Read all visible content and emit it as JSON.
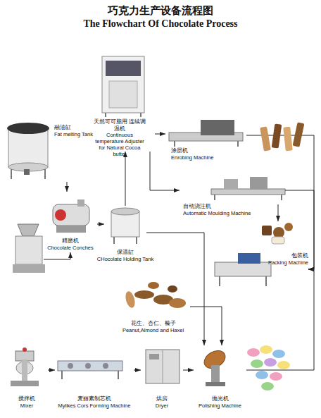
{
  "diagram": {
    "title": "巧克力生产设备流程图",
    "nodes": [
      {
        "text": [
          "融油缸",
          "Fat melting Tank"
        ]
      },
      {
        "text": [
          "精磨机",
          "Chocolate Conches"
        ]
      },
      {
        "text": [
          "保温缸",
          "CHocolate Holding Tank"
        ]
      },
      {
        "text": [
          "天然可可脂用 连续调温机",
          "Continuous temperature Adjuster for Natural Cocoa butter"
        ]
      },
      {
        "text": [
          "涂层机",
          "Enrobing Machine"
        ]
      },
      {
        "text": [
          "自动浇注机",
          "Automatic Moulding Machine"
        ]
      },
      {
        "text": [
          "包装机",
          "Packing Machine"
        ]
      },
      {
        "text": [
          "花生、杏仁、榛子",
          "Peanut,Almond and Haxel"
        ]
      },
      {
        "text": [
          "搅拌机",
          "Mixer"
        ]
      },
      {
        "text": [
          "麦丽素制芯机",
          "Mylikes Cors Forming Machine"
        ]
      },
      {
        "text": [
          "烘房",
          "Dryer"
        ]
      },
      {
        "text": [
          "抛光机",
          "Polishing Machine"
        ]
      }
    ],
    "edges": [
      {
        "from": 0,
        "to": 1,
        "arrow": "to"
      },
      {
        "from": 1,
        "to": 2,
        "arrow": "to"
      },
      {
        "from": 2,
        "to": 3,
        "arrow": "to"
      },
      {
        "from": 3,
        "to": 4,
        "arrow": "to"
      },
      {
        "from": 3,
        "to": 5,
        "arrow": "to"
      },
      {
        "from": 4,
        "to": 6,
        "arrow": "to"
      },
      {
        "from": 5,
        "to": 6,
        "arrow": "to"
      },
      {
        "from": 11,
        "to": 6,
        "arrow": "to"
      },
      {
        "from": 2,
        "to": 11,
        "arrow": "to"
      },
      {
        "from": 7,
        "to": 11,
        "arrow": "to"
      },
      {
        "from": 8,
        "to": 9,
        "arrow": "to"
      },
      {
        "from": 9,
        "to": 10,
        "arrow": "to"
      },
      {
        "from": 10,
        "to": 11,
        "arrow": "to"
      }
    ],
    "labels": [
      "The Flowchart Of Chocolate Process"
    ]
  }
}
